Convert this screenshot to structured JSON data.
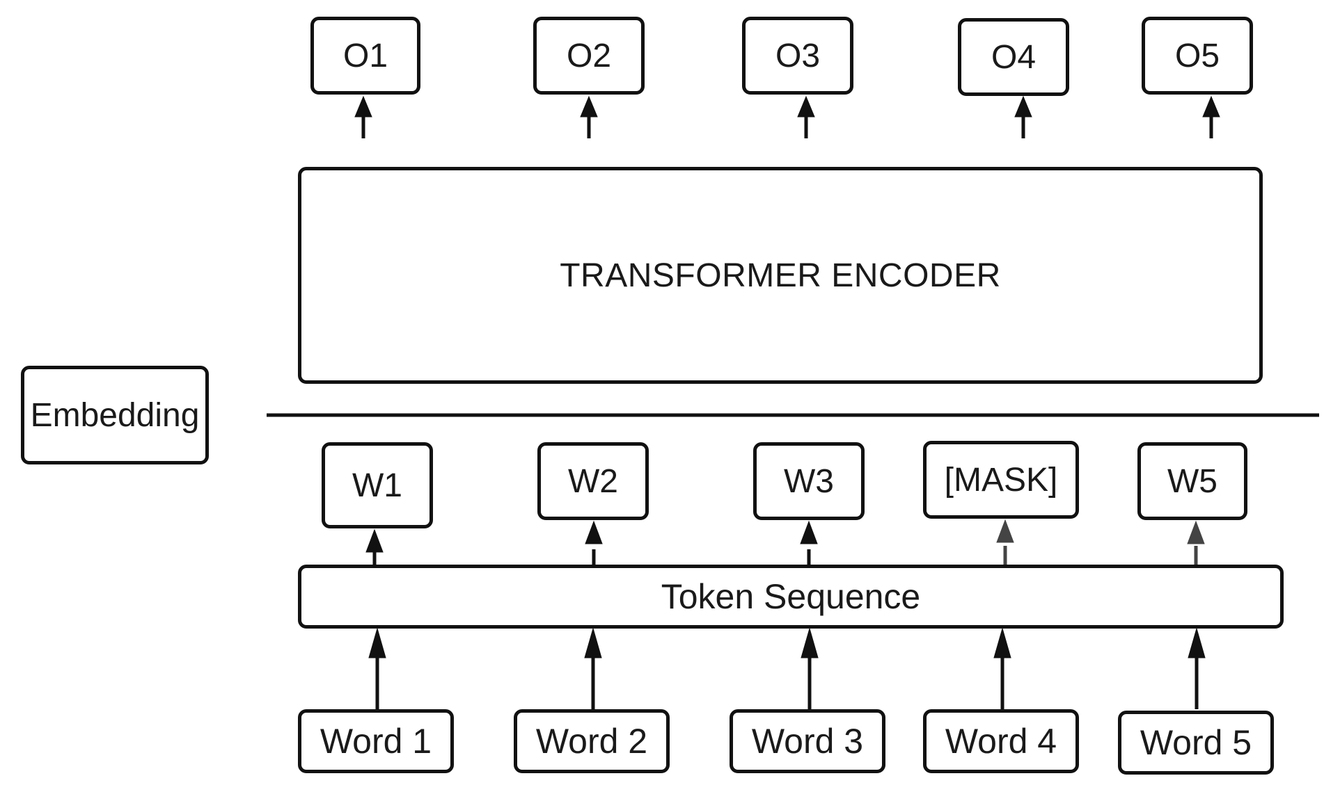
{
  "outputs": [
    {
      "label": "O1"
    },
    {
      "label": "O2"
    },
    {
      "label": "O3"
    },
    {
      "label": "O4"
    },
    {
      "label": "O5"
    }
  ],
  "encoder": {
    "label": "TRANSFORMER ENCODER"
  },
  "embedding": {
    "label": "Embedding"
  },
  "tokens": [
    {
      "label": "W1"
    },
    {
      "label": "W2"
    },
    {
      "label": "W3"
    },
    {
      "label": "[MASK]"
    },
    {
      "label": "W5"
    }
  ],
  "token_sequence": {
    "label": "Token Sequence"
  },
  "words": [
    {
      "label": "Word 1"
    },
    {
      "label": "Word 2"
    },
    {
      "label": "Word 3"
    },
    {
      "label": "Word 4"
    },
    {
      "label": "Word 5"
    }
  ],
  "colors": {
    "stroke": "#111111",
    "arrow_dark": "#111111",
    "arrow_grey": "#444444",
    "background": "#ffffff"
  }
}
